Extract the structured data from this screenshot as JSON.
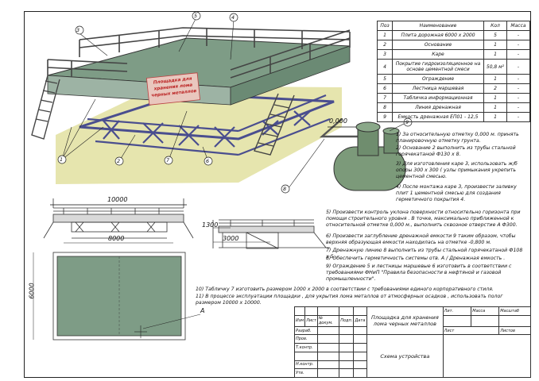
{
  "spec_table": {
    "headers": {
      "pos": "Поз",
      "name": "Наименование",
      "qty": "Кол",
      "mass": "Масса"
    },
    "rows": [
      {
        "pos": "1",
        "name": "Плита дорожная 6000 х 2000",
        "qty": "5",
        "mass": "-"
      },
      {
        "pos": "2",
        "name": "Основание",
        "qty": "1",
        "mass": "-"
      },
      {
        "pos": "3",
        "name": "Каре",
        "qty": "1",
        "mass": "-"
      },
      {
        "pos": "4",
        "name": "Покрытие гидроизоляционное на основе цементной смеси",
        "qty": "50,8 м²",
        "mass": "-"
      },
      {
        "pos": "5",
        "name": "Ограждение",
        "qty": "1",
        "mass": "-"
      },
      {
        "pos": "6",
        "name": "Лестница маршевая",
        "qty": "2",
        "mass": "-"
      },
      {
        "pos": "7",
        "name": "Табличка информационная",
        "qty": "1",
        "mass": "-"
      },
      {
        "pos": "8",
        "name": "Линия дренажная",
        "qty": "1",
        "mass": "-"
      },
      {
        "pos": "9",
        "name": "Емкость дренажная ЕП01 - 12,5",
        "qty": "1",
        "mass": "-"
      }
    ]
  },
  "sign": {
    "line1": "Площадка для",
    "line2": "хранения лома",
    "line3": "черных металлов"
  },
  "elevation_label": "0,000",
  "callouts": [
    "1",
    "2",
    "3",
    "4",
    "5",
    "6",
    "7",
    "8",
    "9"
  ],
  "dims": {
    "total": "10000",
    "inner": "8000",
    "height": "1300",
    "side": "3000",
    "depth": "6000",
    "section": "А"
  },
  "notes": [
    {
      "num": "1)",
      "text": "За относительную отметку 0,000 м. принять планировочную отметку грунта."
    },
    {
      "num": "2)",
      "text": "Основание 2 выполнить из трубы стальной горячекатаной Ф130 х 8."
    },
    {
      "num": "3)",
      "text": "Для изготовления каре 3, использовать ж/б опоры 300 х 300 ( узлы примыкания укрепить цементной смесью."
    },
    {
      "num": "4)",
      "text": "После монтажа каре 3, произвести заливку плит 1 цементной смесью для создания герметичного покрытия 4."
    },
    {
      "num": "5)",
      "text": "Произвести контроль уклона поверхности относительно горизонта при помощи строительного уровня . В точке, максимально приближенной к относительной отметке 0,000 м., выполнить сквозное отверстие А Ф300."
    },
    {
      "num": "6)",
      "text": "Произвести заглубление дренажной емкости 9 таким образом, чтобы верхняя образующая емкости находилась на отметке -0,800 м."
    },
    {
      "num": "7)",
      "text": "Дренажную линию 8 выполнить из трубы стальной горячекатаной Ф108 х 5."
    },
    {
      "num": "8)",
      "text": "Обеспечить герметичность системы отв. А / Дренажная емкость ."
    },
    {
      "num": "9)",
      "text": "Ограждение 5 и лестницы маршевые 6 изготовить в соответствии с требованиями ФНиП \"Правила безопасности в нефтяной и газовой промышленности\"."
    },
    {
      "num": "10)",
      "text": "Табличку 7 изготовить размером 1000 х 2000 в соответствии с требованиями единого корпоративного стиля."
    },
    {
      "num": "11)",
      "text": "В процессе эксплуатации площадки , для укрытия лома металлов от атмосферных осадков , использовать полог размером 10000 х 10000."
    }
  ],
  "title_block": {
    "title": "Площадка для хранения лома черных металлов",
    "subtitle": "Схема устройства",
    "col_headers": [
      "Изм",
      "Лист",
      "№ докум.",
      "Подп.",
      "Дата"
    ],
    "roles": [
      "Разраб.",
      "Пров.",
      "Т.контр.",
      "Н.контр.",
      "Утв."
    ],
    "right_headers": [
      "Лит.",
      "Масса",
      "Масштаб"
    ],
    "sheet_labels": [
      "Лист",
      "Листов"
    ]
  },
  "colors": {
    "deck": "#7e9c86",
    "frame": "#4a4e8f",
    "rail": "#444",
    "ground": "#e2e0a0",
    "tank": "#7c9a7a"
  }
}
